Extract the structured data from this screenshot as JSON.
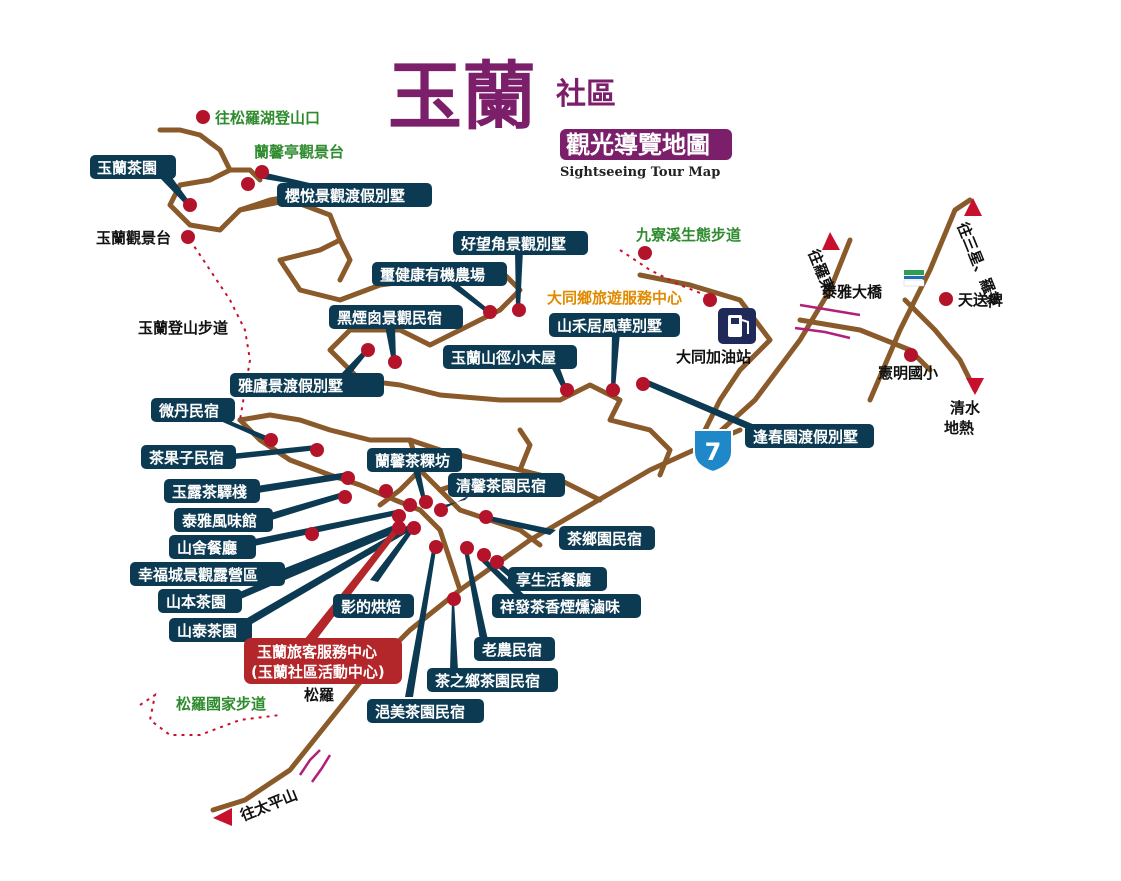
{
  "title": {
    "main": "玉蘭",
    "sub": "社區",
    "subtitle": "觀光導覽地圖",
    "english": "Sightseeing Tour Map"
  },
  "labels": {
    "songluo_lake": "往松羅湖登山口",
    "lanxin_pavilion": "蘭馨亭觀景台",
    "yulan_tea_garden": "玉蘭茶園",
    "yingyue_villa": "櫻悅景觀渡假別墅",
    "yulan_viewpoint": "玉蘭觀景台",
    "haowangjiao": "好望角景觀別墅",
    "huanjian_farm": "璽健康有機農場",
    "jiuliao_trail": "九寮溪生態步道",
    "datong_center": "大同鄉旅遊服務中心",
    "luodong": "往羅東",
    "yulan_trail": "玉蘭登山步道",
    "heiyanyin": "黑煙囪景觀民宿",
    "shanhe": "山禾居風華別墅",
    "gas_station": "大同加油站",
    "taiya_bridge": "泰雅大橋",
    "tiansongpi": "天送埤",
    "to_three_star": "往三星、羅東",
    "yulan_cabin": "玉蘭山徑小木屋",
    "yalu": "雅廬景渡假別墅",
    "xianming": "憲明國小",
    "qingshui": "清水地熱",
    "weidan": "微丹民宿",
    "fengchun": "逢春園渡假別墅",
    "chaguozi": "茶果子民宿",
    "lanxin_kuei": "蘭馨茶粿坊",
    "yulu": "玉露茶驛棧",
    "qingxin": "清馨茶園民宿",
    "taiya_flavor": "泰雅風味館",
    "chaxiang": "茶鄉園民宿",
    "shanshe": "山舍餐廳",
    "happy_city": "幸福城景觀露營區",
    "xiangsheng": "享生活餐廳",
    "shanben": "山本茶園",
    "yingde": "影的烘焙",
    "xiangfa": "祥發茶香煙燻滷味",
    "shantai": "山泰茶園",
    "service_center_1": "玉蘭旅客服務中心",
    "service_center_2": "(玉蘭社區活動中心)",
    "laonong": "老農民宿",
    "songluo_trail": "松羅國家步道",
    "songluo": "松羅",
    "chazhixiang": "茶之鄉茶園民宿",
    "yimei": "浥美茶園民宿",
    "to_taipingshan": "往太平山",
    "route_number": "7"
  },
  "colors": {
    "navy": "#0b3a52",
    "road": "#8a5a2b",
    "dot": "#b3142a",
    "title_purple": "#7b1f6a",
    "trail_green": "#2e8b2e",
    "service_red": "#b3262a"
  }
}
